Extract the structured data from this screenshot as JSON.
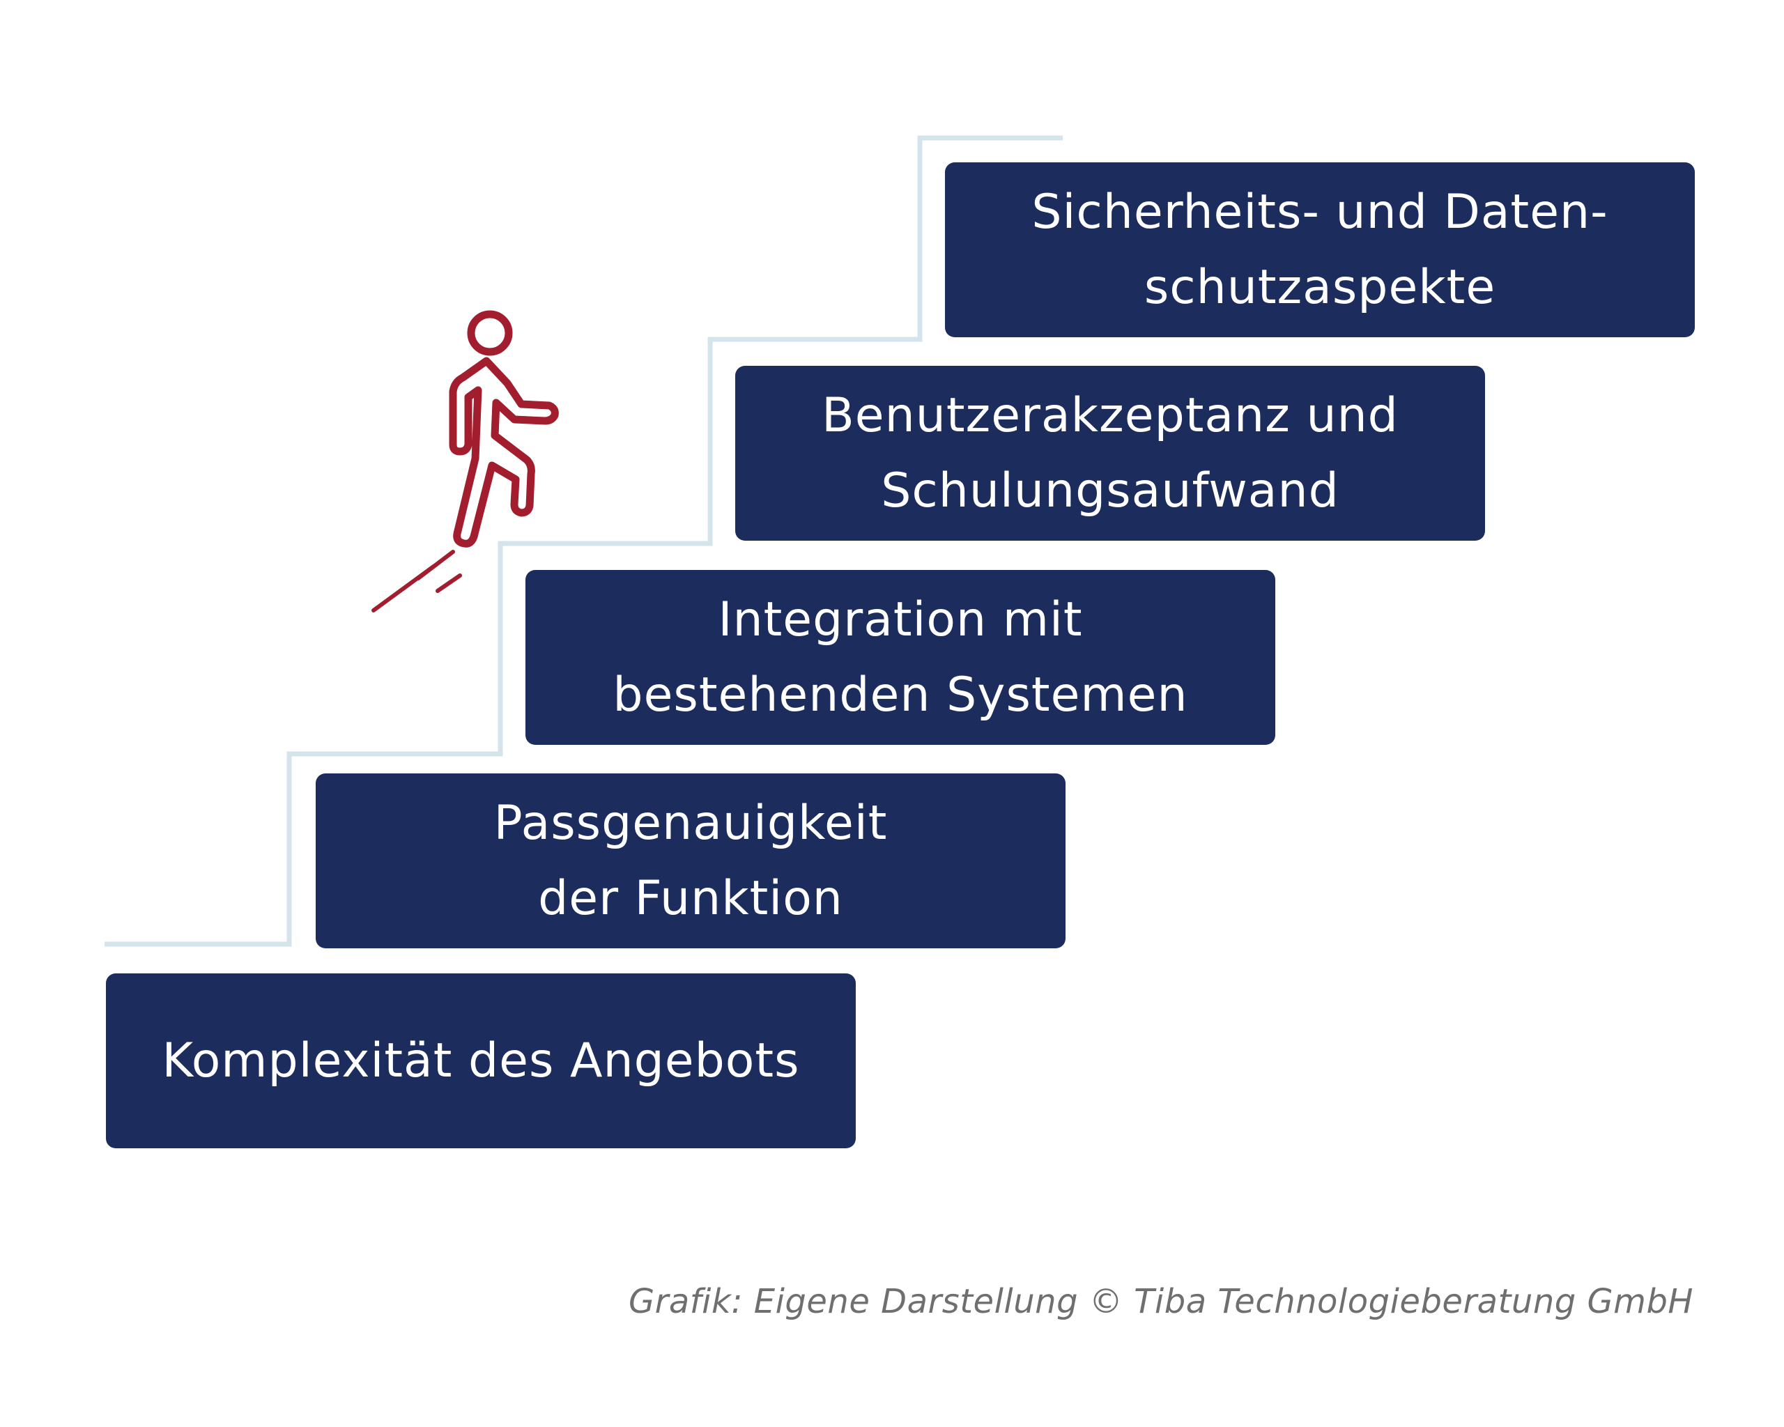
{
  "steps": [
    {
      "line1": "Komplexität des Angebots",
      "line2": ""
    },
    {
      "line1": "Passgenauigkeit",
      "line2": "der Funktion"
    },
    {
      "line1": "Integration mit",
      "line2": "bestehenden Systemen"
    },
    {
      "line1": "Benutzerakzeptanz und",
      "line2": "Schulungsaufwand"
    },
    {
      "line1": "Sicherheits- und Daten-",
      "line2": "schutzaspekte"
    }
  ],
  "caption": "Grafik: Eigene Darstellung © Tiba Technologieberatung GmbH",
  "icons": {
    "climber": "person-climbing-stairs-icon",
    "stair_outline": "staircase-outline"
  },
  "colors": {
    "box": "#1b2c5d",
    "box_text": "#ffffff",
    "stair_line": "#d5e3ea",
    "icon": "#a21d2e",
    "caption": "#6f6f6f"
  }
}
